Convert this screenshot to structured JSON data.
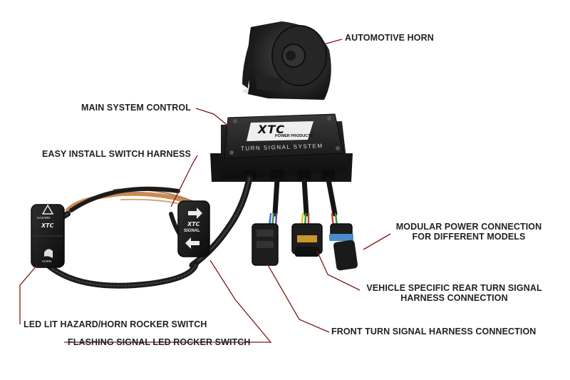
{
  "labels": {
    "automotive_horn": "AUTOMOTIVE HORN",
    "main_system_control": "MAIN SYSTEM CONTROL",
    "easy_install_switch_harness": "EASY INSTALL SWITCH HARNESS",
    "modular_power_connection_line1": "MODULAR POWER CONNECTION",
    "modular_power_connection_line2": "FOR DIFFERENT MODELS",
    "vehicle_specific_rear_line1": "VEHICLE SPECIFIC REAR TURN SIGNAL",
    "vehicle_specific_rear_line2": "HARNESS CONNECTION",
    "front_turn_signal_harness": "FRONT TURN SIGNAL HARNESS CONNECTION",
    "led_lit_hazard_horn": "LED LIT HAZARD/HORN ROCKER SWITCH",
    "flashing_signal_led": "FLASHING SIGNAL LED ROCKER SWITCH"
  },
  "device": {
    "brand": "XTC",
    "sub_brand": "POWER PRODUCTS",
    "product_name": "TURN SIGNAL SYSTEM"
  },
  "switches": {
    "hazard_switch_brand": "XTC",
    "hazard_switch_top_label": "HAZARD",
    "hazard_switch_bottom_label": "HORN",
    "signal_switch_brand": "XTC",
    "signal_switch_label": "SIGNAL"
  },
  "colors": {
    "leader_line": "#7a1a1a",
    "label_text": "#222222",
    "device_body": "#1c1c1c",
    "wire_copper": "#c98a55"
  }
}
